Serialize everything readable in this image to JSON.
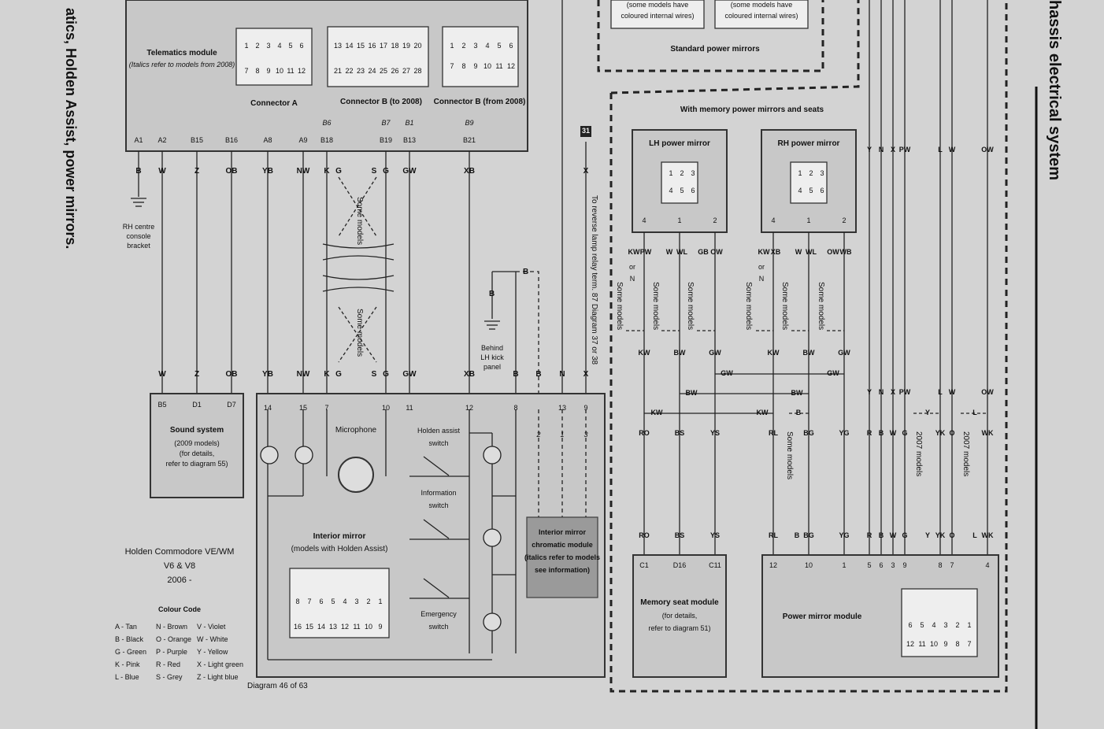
{
  "side_title_left": "atics, Holden Assist, power mirrors.",
  "side_title_right": "hassis electrical system",
  "telematics": {
    "title": "Telematics module",
    "subtitle": "(Italics refer to models from 2008)",
    "connector_a": "Connector A",
    "connector_b_to": "Connector B (to 2008)",
    "connector_b_from": "Connector B (from 2008)",
    "pins_a_top": [
      "1",
      "2",
      "3",
      "4",
      "5",
      "6"
    ],
    "pins_a_bot": [
      "7",
      "8",
      "9",
      "10",
      "11",
      "12"
    ],
    "pins_b_top": [
      "13",
      "14",
      "15",
      "16",
      "17",
      "18",
      "19",
      "20"
    ],
    "pins_b_bot": [
      "21",
      "22",
      "23",
      "24",
      "25",
      "26",
      "27",
      "28"
    ],
    "pins_c_top": [
      "1",
      "2",
      "3",
      "4",
      "5",
      "6"
    ],
    "pins_c_bot": [
      "7",
      "8",
      "9",
      "10",
      "11",
      "12"
    ],
    "terminals": [
      "A1",
      "A2",
      "B15",
      "B16",
      "A8",
      "A9",
      "B18",
      "B19",
      "B13",
      "B21"
    ],
    "alt_terminals": [
      "B6",
      "B7",
      "B1",
      "B9"
    ]
  },
  "wire_colors_top": [
    "B",
    "W",
    "Z",
    "OB",
    "YB",
    "NW",
    "K",
    "G",
    "S",
    "G",
    "GW",
    "XB",
    "X"
  ],
  "wire_colors_mid": [
    "W",
    "Z",
    "OB",
    "YB",
    "NW",
    "K",
    "G",
    "S",
    "G",
    "GW",
    "XB",
    "B",
    "B",
    "N",
    "X"
  ],
  "ground_rh": [
    "RH centre",
    "console",
    "bracket"
  ],
  "ground_lh": [
    "Behind",
    "LH kick",
    "panel"
  ],
  "some_models": "Some models",
  "reverse_relay": "To reverse lamp relay term. 87 Diagram 37 or 38",
  "diagram_ref_31": "31",
  "sound_system": {
    "pins": [
      "B5",
      "D1",
      "D7"
    ],
    "title": "Sound system",
    "lines": [
      "(2009 models)",
      "(for details,",
      "refer to diagram 55)"
    ]
  },
  "interior": {
    "pins": [
      "14",
      "15",
      "7",
      "10",
      "11",
      "12",
      "8",
      "13",
      "9"
    ],
    "microphone": "Microphone",
    "holden_assist": [
      "Holden assist",
      "switch"
    ],
    "information": [
      "Information",
      "switch"
    ],
    "emergency": [
      "Emergency",
      "switch"
    ],
    "mirror_title": "Interior mirror",
    "mirror_sub": "(models with Holden Assist)",
    "mirror_pins_top": [
      "8",
      "7",
      "6",
      "5",
      "4",
      "3",
      "2",
      "1"
    ],
    "mirror_pins_bot": [
      "16",
      "15",
      "14",
      "13",
      "12",
      "11",
      "10",
      "9"
    ],
    "chromatic": [
      "Interior mirror",
      "chromatic module",
      "(italics refer to models",
      "see information)"
    ],
    "side_pins": [
      "2",
      "1",
      "3"
    ]
  },
  "vehicle": [
    "Holden Commodore VE/WM",
    "V6 & V8",
    "2006 -"
  ],
  "colour_code": {
    "title": "Colour Code",
    "col1": [
      "A - Tan",
      "B - Black",
      "G - Green",
      "K - Pink",
      "L - Blue"
    ],
    "col2": [
      "N - Brown",
      "O - Orange",
      "P - Purple",
      "R - Red",
      "S - Grey"
    ],
    "col3": [
      "V - Violet",
      "W - White",
      "Y - Yellow",
      "X - Light green",
      "Z - Light blue"
    ]
  },
  "diagram_page": "Diagram 46 of 63",
  "standard_mirrors": {
    "note1": [
      "(some models have",
      "coloured internal wires)"
    ],
    "note2": [
      "(some models have",
      "coloured internal wires)"
    ],
    "title": "Standard power mirrors"
  },
  "memory_section": {
    "title": "With memory power mirrors and seats",
    "lh_mirror": "LH power mirror",
    "rh_mirror": "RH power mirror",
    "mirror_pins": [
      "1",
      "2",
      "3",
      "4",
      "5",
      "6"
    ],
    "mirror_terms": [
      "4",
      "1",
      "2"
    ],
    "lh_wires": [
      "KW",
      "PW",
      "W",
      "WL",
      "GB",
      "OW"
    ],
    "rh_wires": [
      "KW",
      "XB",
      "W",
      "WL",
      "OW",
      "WB"
    ],
    "or": "or",
    "or_n": "N",
    "mid_wires": [
      "KW",
      "BW",
      "GW",
      "KW",
      "BW",
      "GW"
    ],
    "bus_labels": [
      "GW",
      "GW",
      "BW",
      "BW",
      "KW",
      "KW",
      "B"
    ],
    "lower_wires": [
      "RO",
      "BS",
      "YS",
      "RL",
      "BG",
      "YG"
    ],
    "right_wires_top": [
      "Y",
      "N",
      "X",
      "PW",
      "L",
      "W",
      "OW"
    ],
    "right_wires_mid": [
      "Y",
      "N",
      "X",
      "PW",
      "L",
      "W",
      "OW"
    ],
    "right_lower": [
      "R",
      "B",
      "W",
      "G",
      "YK",
      "O",
      "WK"
    ],
    "bus_y": "Y",
    "bus_l": "L",
    "model_2007": "2007 models",
    "seat_wires": [
      "RO",
      "BS",
      "YS"
    ],
    "pmm_wires": [
      "RL",
      "B",
      "BG",
      "YG",
      "R",
      "B",
      "W",
      "G",
      "Y",
      "YK",
      "O",
      "L",
      "WK"
    ]
  },
  "memory_seat": {
    "pins": [
      "C1",
      "D16",
      "C11"
    ],
    "title": "Memory seat module",
    "lines": [
      "(for details,",
      "refer to diagram 51)"
    ]
  },
  "power_mirror_module": {
    "pins": [
      "12",
      "10",
      "1",
      "5",
      "6",
      "3",
      "9",
      "8",
      "7",
      "4"
    ],
    "title": "Power mirror module",
    "conn_top": [
      "6",
      "5",
      "4",
      "3",
      "2",
      "1"
    ],
    "conn_bot": [
      "12",
      "11",
      "10",
      "9",
      "8",
      "7"
    ]
  }
}
